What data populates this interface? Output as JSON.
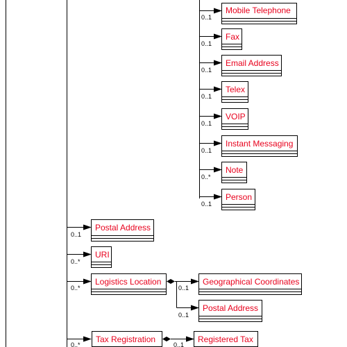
{
  "nodes": {
    "mobile_telephone": "Mobile Telephone",
    "fax": "Fax",
    "email_address": "Email Address",
    "telex": "Telex",
    "voip": "VOIP",
    "instant_messaging": "Instant Messaging",
    "note": "Note",
    "person": "Person",
    "postal_address": "Postal Address",
    "uri": "URI",
    "logistics_location": "Logistics Location",
    "geographical_coordinates": "Geographical Coordinates",
    "location_postal_address": "Postal Address",
    "tax_registration": "Tax Registration",
    "registered_tax": "Registered Tax"
  },
  "cardinalities": {
    "mobile_telephone": "0..1",
    "fax": "0..1",
    "email_address": "0..1",
    "telex": "0..1",
    "voip": "0..1",
    "instant_messaging": "0..1",
    "note": "0..*",
    "person": "0..1",
    "postal_address": "0..1",
    "uri": "0..*",
    "logistics_location": "0..*",
    "geographical_coordinates": "0..1",
    "location_postal_address": "0..1",
    "tax_registration": "0..*",
    "registered_tax": "0..1"
  }
}
